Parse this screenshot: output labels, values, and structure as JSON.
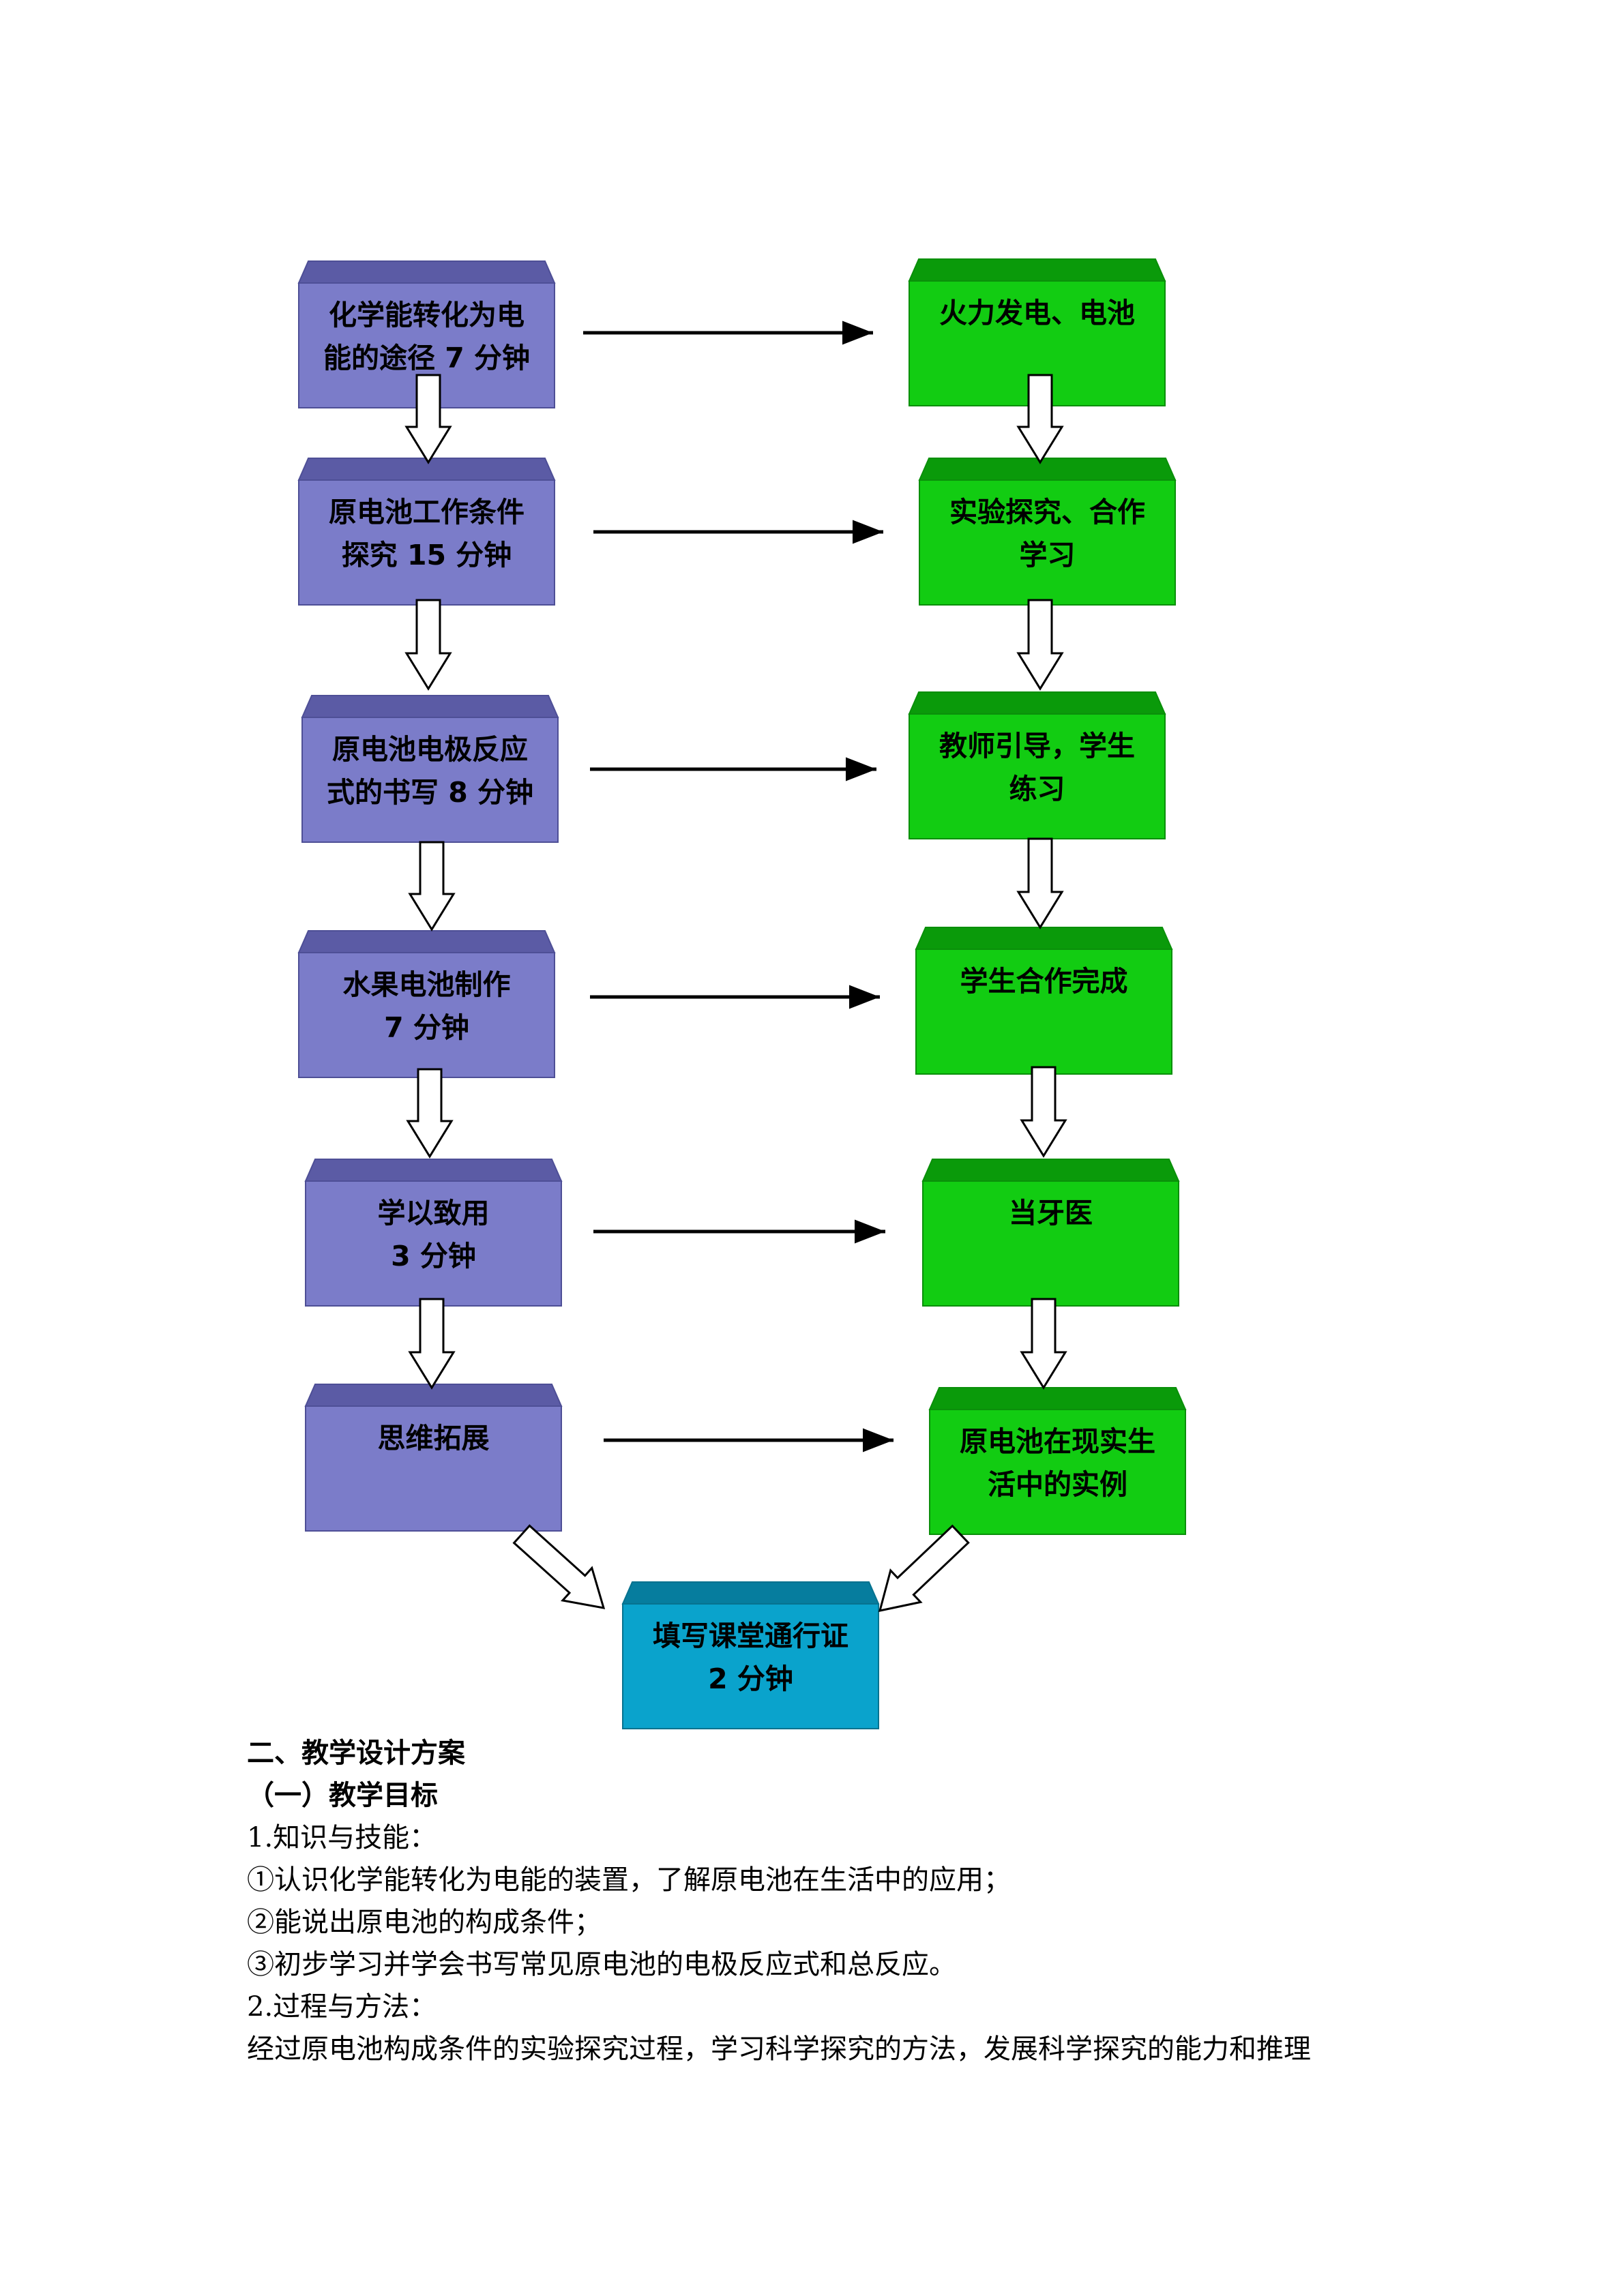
{
  "flowchart": {
    "steps": [
      {
        "left_lines": [
          "化学能转化为电",
          "能的途径 7 分钟"
        ],
        "right_lines": [
          "火力发电、电池"
        ]
      },
      {
        "left_lines": [
          "原电池工作条件",
          "探究 15 分钟"
        ],
        "right_lines": [
          "实验探究、合作",
          "学习"
        ]
      },
      {
        "left_lines": [
          "原电池电极反应",
          "式的书写 8 分钟"
        ],
        "right_lines": [
          "教师引导，学生",
          "练习"
        ]
      },
      {
        "left_lines": [
          "水果电池制作",
          "7 分钟"
        ],
        "right_lines": [
          "学生合作完成"
        ]
      },
      {
        "left_lines": [
          "学以致用",
          "3 分钟"
        ],
        "right_lines": [
          "当牙医"
        ]
      },
      {
        "left_lines": [
          "思维拓展"
        ],
        "right_lines": [
          "原电池在现实生",
          "活中的实例"
        ]
      }
    ],
    "final_lines": [
      "填写课堂通行证",
      "2 分钟"
    ],
    "colors": {
      "left_face": "#7b7cc9",
      "left_top": "#5b5ba5",
      "left_edge": "#4e4f96",
      "right_face": "#12cc12",
      "right_top": "#0a9a0a",
      "right_edge": "#0a8f0a",
      "final_face": "#0aa3cc",
      "final_top": "#067d9e",
      "final_edge": "#06728f"
    }
  },
  "doc": {
    "heading": "二、教学设计方案",
    "subheading": "（一）教学目标",
    "lines": [
      "1.知识与技能：",
      "①认识化学能转化为电能的装置，了解原电池在生活中的应用；",
      "②能说出原电池的构成条件；",
      "③初步学习并学会书写常见原电池的电极反应式和总反应。",
      "2.过程与方法：",
      "经过原电池构成条件的实验探究过程，学习科学探究的方法，发展科学探究的能力和推理"
    ]
  }
}
